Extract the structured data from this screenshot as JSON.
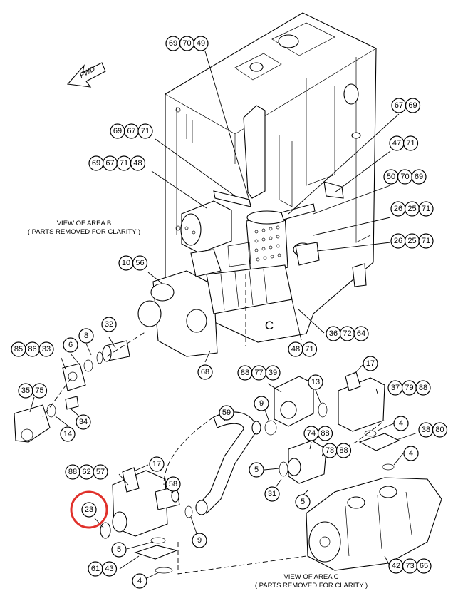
{
  "diagram": {
    "area_label": "C",
    "fwd_label": "FWD",
    "captions": [
      {
        "id": "b",
        "line1": "VIEW OF AREA  B",
        "line2": "( PARTS REMOVED FOR CLARITY )"
      },
      {
        "id": "c",
        "line1": "VIEW OF AREA  C",
        "line2": "( PARTS REMOVED FOR CLARITY )"
      }
    ],
    "callouts": [
      {
        "labels": [
          "69",
          "70",
          "49"
        ]
      },
      {
        "labels": [
          "67",
          "69"
        ]
      },
      {
        "labels": [
          "69",
          "67",
          "71"
        ]
      },
      {
        "labels": [
          "47",
          "71"
        ]
      },
      {
        "labels": [
          "69",
          "67",
          "71",
          "48"
        ]
      },
      {
        "labels": [
          "50",
          "70",
          "69"
        ]
      },
      {
        "labels": [
          "26",
          "25",
          "71"
        ]
      },
      {
        "labels": [
          "26",
          "25",
          "71"
        ]
      },
      {
        "labels": [
          "10",
          "56"
        ]
      },
      {
        "labels": [
          "32"
        ]
      },
      {
        "labels": [
          "8"
        ]
      },
      {
        "labels": [
          "6"
        ]
      },
      {
        "labels": [
          "85",
          "86",
          "33"
        ]
      },
      {
        "labels": [
          "36",
          "72",
          "64"
        ]
      },
      {
        "labels": [
          "48",
          "71"
        ]
      },
      {
        "labels": [
          "68"
        ]
      },
      {
        "labels": [
          "35",
          "75"
        ]
      },
      {
        "labels": [
          "34"
        ]
      },
      {
        "labels": [
          "14"
        ]
      },
      {
        "labels": [
          "88",
          "77",
          "39"
        ]
      },
      {
        "labels": [
          "17"
        ]
      },
      {
        "labels": [
          "13"
        ]
      },
      {
        "labels": [
          "37",
          "79",
          "88"
        ]
      },
      {
        "labels": [
          "9"
        ]
      },
      {
        "labels": [
          "59"
        ]
      },
      {
        "labels": [
          "4"
        ]
      },
      {
        "labels": [
          "38",
          "80"
        ]
      },
      {
        "labels": [
          "74",
          "88"
        ]
      },
      {
        "labels": [
          "78",
          "88"
        ]
      },
      {
        "labels": [
          "4"
        ]
      },
      {
        "labels": [
          "88",
          "62",
          "57"
        ]
      },
      {
        "labels": [
          "17"
        ]
      },
      {
        "labels": [
          "5"
        ]
      },
      {
        "labels": [
          "58"
        ]
      },
      {
        "labels": [
          "31"
        ]
      },
      {
        "labels": [
          "23"
        ],
        "highlighted": true
      },
      {
        "labels": [
          "5"
        ]
      },
      {
        "labels": [
          "9"
        ]
      },
      {
        "labels": [
          "5"
        ]
      },
      {
        "labels": [
          "61",
          "43"
        ]
      },
      {
        "labels": [
          "4"
        ]
      },
      {
        "labels": [
          "42",
          "73",
          "65"
        ]
      }
    ]
  }
}
